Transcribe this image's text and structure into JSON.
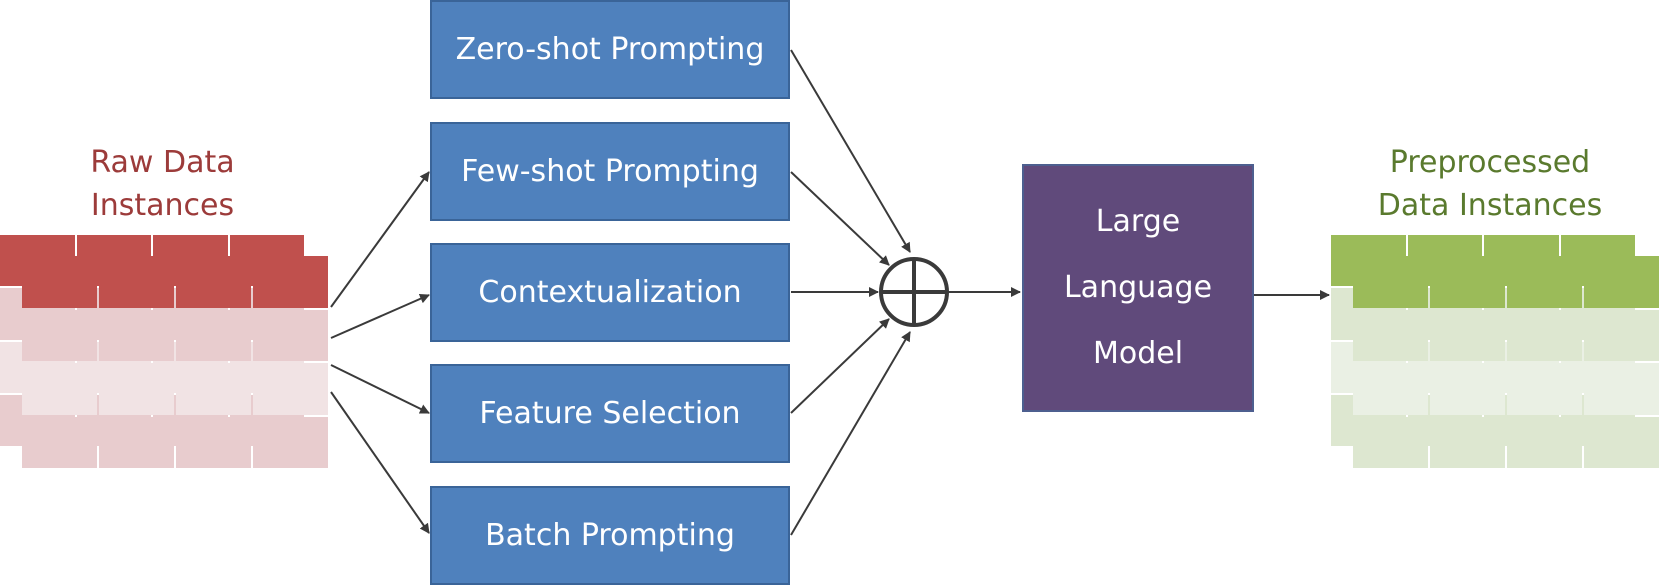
{
  "raw_data": {
    "line1": "Raw Data",
    "line2": "Instances",
    "color": "#9c3b3a",
    "header_color": "#c0504d",
    "row_colors": [
      "#e8ccce",
      "#f1e3e4"
    ]
  },
  "techniques": [
    {
      "label": "Zero-shot Prompting"
    },
    {
      "label": "Few-shot Prompting"
    },
    {
      "label": "Contextualization"
    },
    {
      "label": "Feature Selection"
    },
    {
      "label": "Batch Prompting"
    }
  ],
  "combiner": {
    "symbol": "circled-plus-icon"
  },
  "model": {
    "line1": "Large",
    "line2": "Language",
    "line3": "Model",
    "color": "#604a7b"
  },
  "preprocessed_data": {
    "line1": "Preprocessed",
    "line2": "Data Instances",
    "color": "#5a7a2e",
    "header_color": "#9bbb59",
    "row_colors": [
      "#dde7d0",
      "#eaf0e4"
    ]
  },
  "colors": {
    "technique_box": "#4f81bd",
    "arrow": "#3a3a3a"
  }
}
